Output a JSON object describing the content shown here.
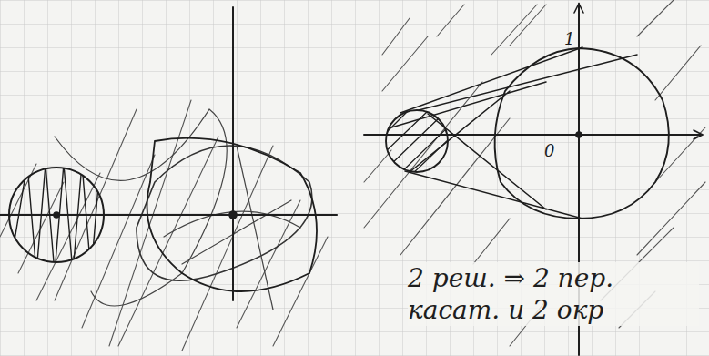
{
  "diagram": {
    "labels": [
      "1",
      "0",
      "2 реш. ⇒ 2 пер. касат. и 2 окр"
    ]
  }
}
